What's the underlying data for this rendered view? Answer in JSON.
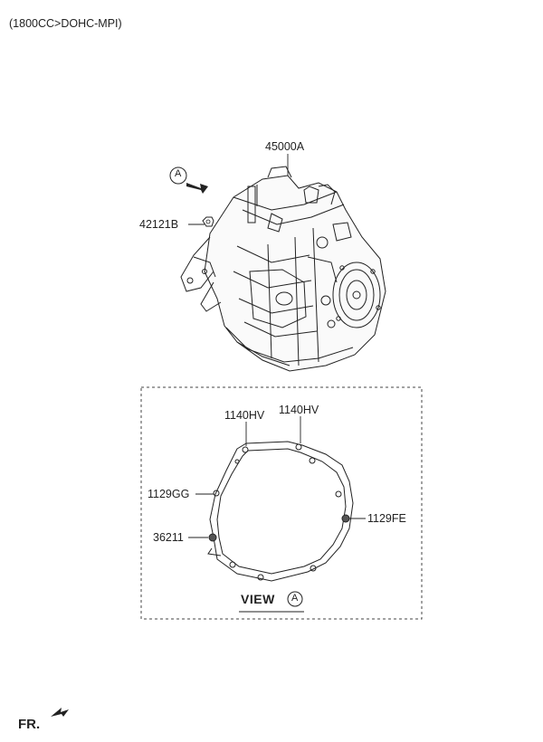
{
  "header": {
    "engine_spec": "(1800CC>DOHC-MPI)"
  },
  "callouts": {
    "assembly": "45000A",
    "bolt": "42121B",
    "view_marker": "A",
    "hv_left": "1140HV",
    "hv_right": "1140HV",
    "gg": "1129GG",
    "fe": "1129FE",
    "dowel": "36211"
  },
  "view_label": {
    "text": "VIEW",
    "marker": "A"
  },
  "direction": {
    "label": "FR."
  },
  "colors": {
    "line": "#222222",
    "dash": "#444444",
    "background": "#ffffff"
  }
}
